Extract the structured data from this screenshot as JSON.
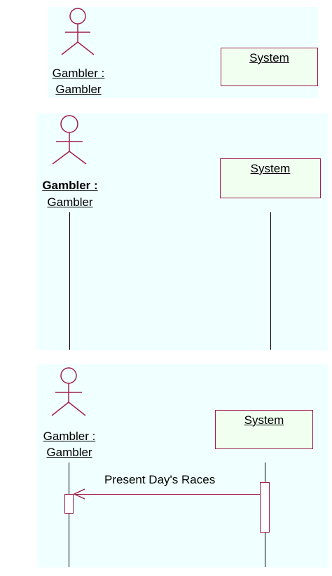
{
  "diagram": {
    "actor_name": "Gambler :",
    "actor_class": "Gambler",
    "object_name": "System",
    "message": "Present Day's Races"
  },
  "colors": {
    "panel_bg": "#f0ffff",
    "box_bg": "#f0fff0",
    "stroke": "#a0204a"
  }
}
